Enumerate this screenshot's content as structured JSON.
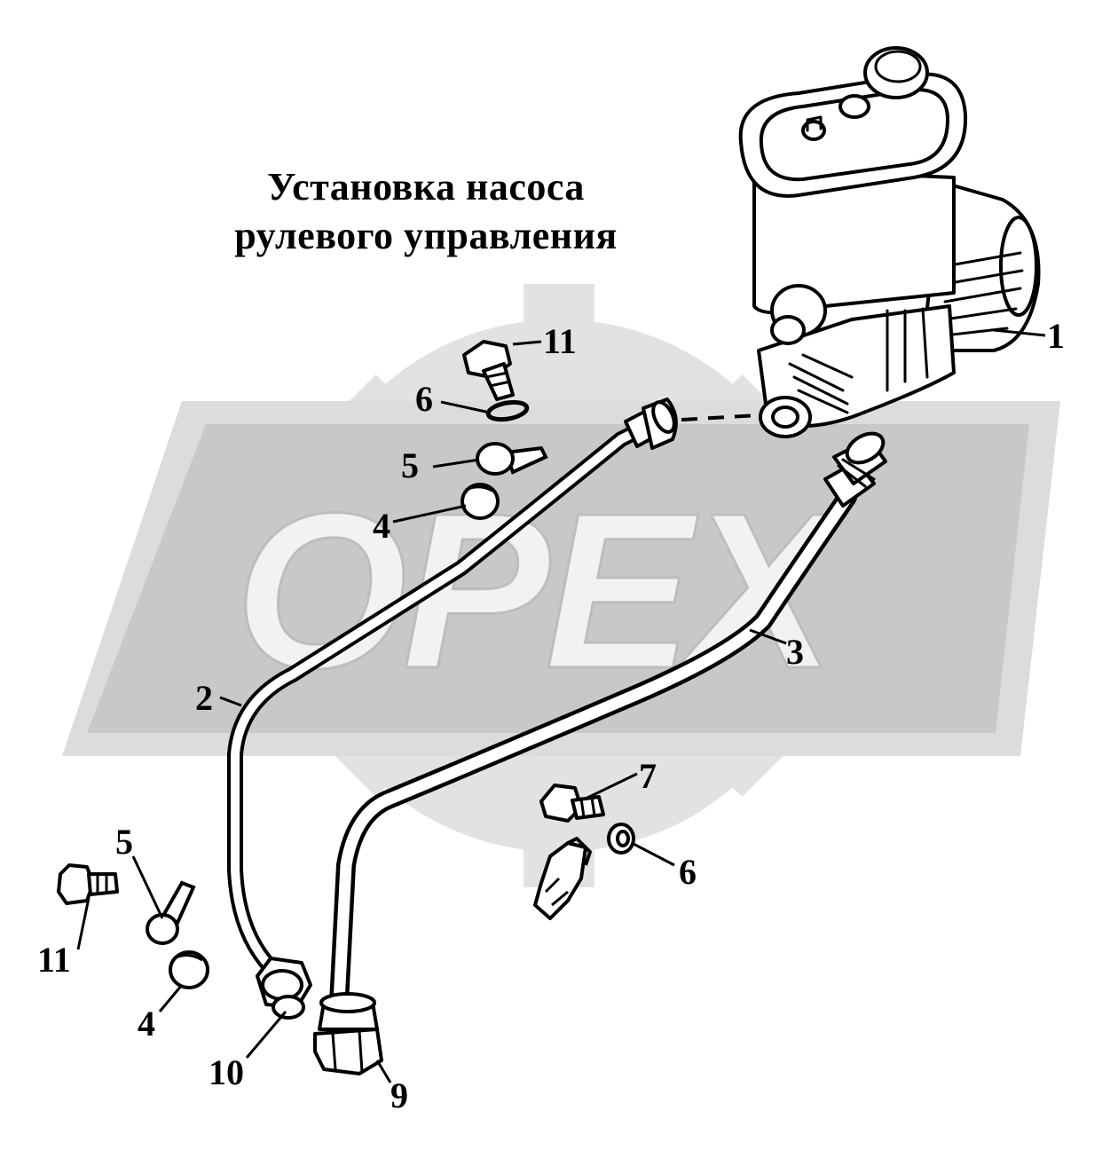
{
  "title": {
    "line1": "Установка насоса",
    "line2": "рулевого управления"
  },
  "watermark": {
    "text": "OPEX",
    "color": "#d6d6d6"
  },
  "callouts": {
    "c1": "1",
    "c2": "2",
    "c3": "3",
    "c4_top": "4",
    "c4_bottom": "4",
    "c5_top": "5",
    "c5_bottom": "5",
    "c6_top": "6",
    "c6_bottom": "6",
    "c7": "7",
    "c9": "9",
    "c10": "10",
    "c11_top": "11",
    "c11_bottom": "11"
  }
}
